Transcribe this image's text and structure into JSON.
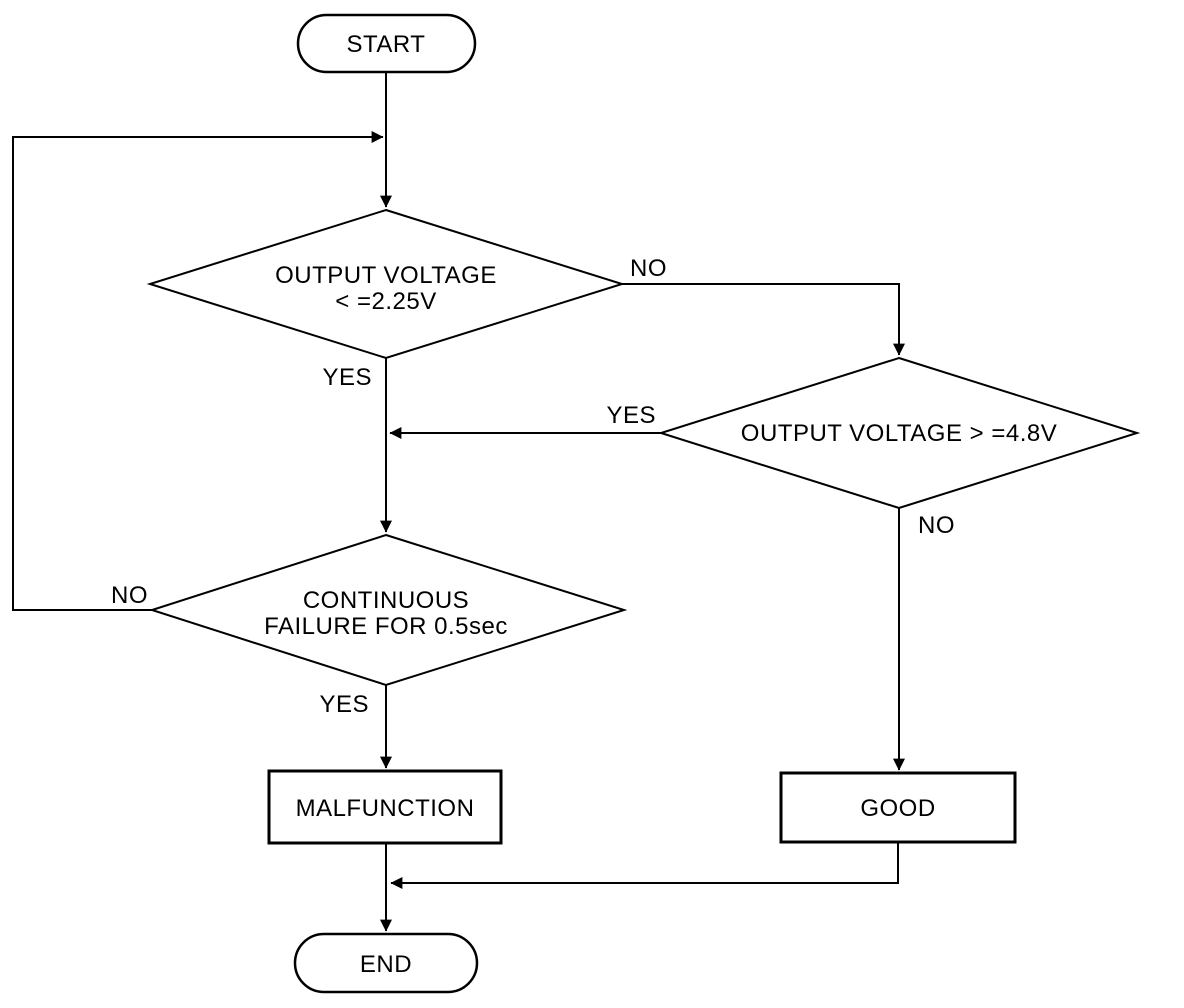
{
  "flowchart": {
    "nodes": {
      "start": {
        "label": "START",
        "shape": "terminator"
      },
      "check_low_voltage": {
        "line1": "OUTPUT VOLTAGE",
        "line2": "< =2.25V",
        "shape": "decision"
      },
      "check_high_voltage": {
        "label": "OUTPUT VOLTAGE > =4.8V",
        "shape": "decision"
      },
      "check_continuous": {
        "line1": "CONTINUOUS",
        "line2": "FAILURE FOR 0.5sec",
        "shape": "decision"
      },
      "malfunction": {
        "label": "MALFUNCTION",
        "shape": "process"
      },
      "good": {
        "label": "GOOD",
        "shape": "process"
      },
      "end": {
        "label": "END",
        "shape": "terminator"
      }
    },
    "edge_labels": {
      "low_voltage_no": "NO",
      "low_voltage_yes": "YES",
      "high_voltage_yes": "YES",
      "high_voltage_no": "NO",
      "continuous_no": "NO",
      "continuous_yes": "YES"
    },
    "colors": {
      "stroke": "#000000",
      "fill": "#ffffff",
      "text": "#000000",
      "background": "#ffffff"
    }
  }
}
